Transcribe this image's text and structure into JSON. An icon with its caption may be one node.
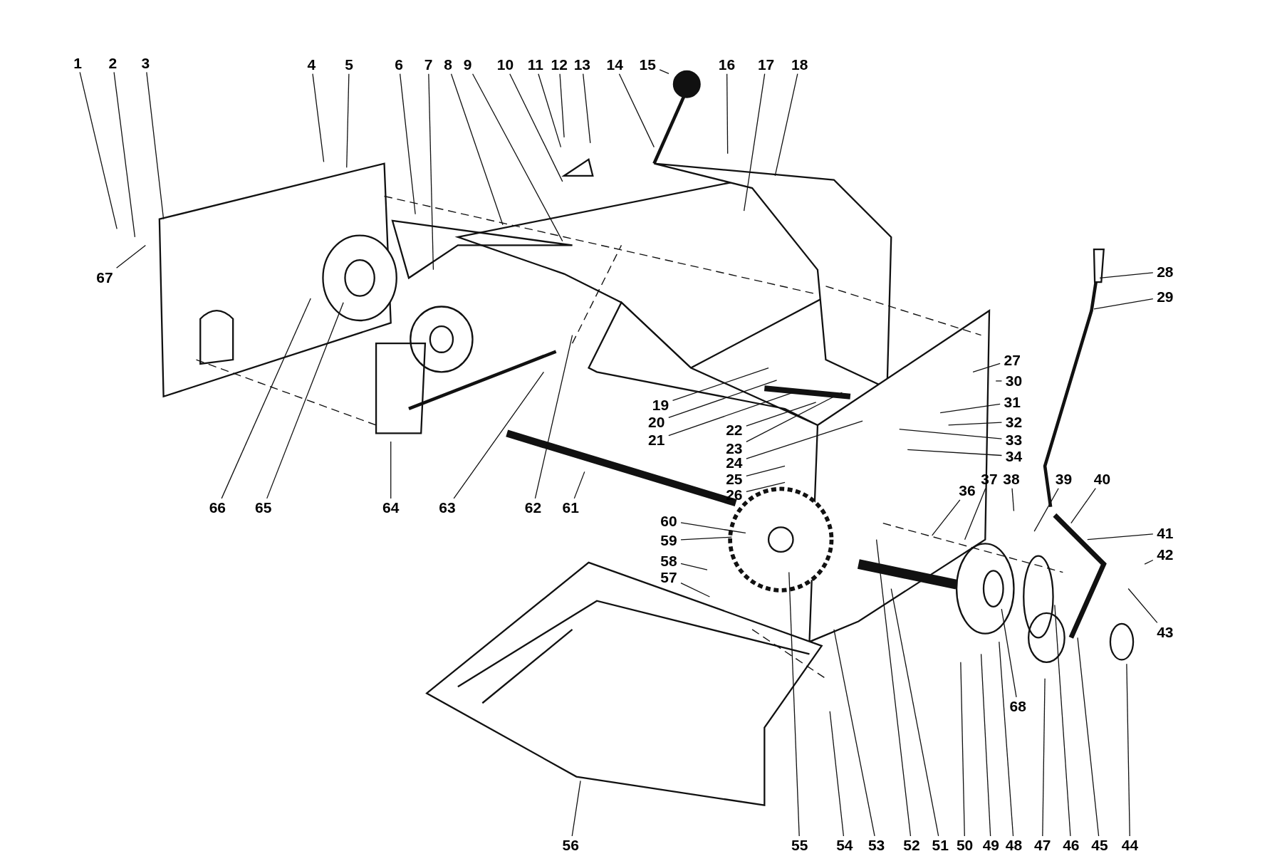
{
  "diagram": {
    "nodes": [
      {
        "text": [
          "1"
        ]
      },
      {
        "text": [
          "2"
        ]
      },
      {
        "text": [
          "3"
        ]
      },
      {
        "text": [
          "4"
        ]
      },
      {
        "text": [
          "5"
        ]
      },
      {
        "text": [
          "6"
        ]
      },
      {
        "text": [
          "7"
        ]
      },
      {
        "text": [
          "8"
        ]
      },
      {
        "text": [
          "9"
        ]
      },
      {
        "text": [
          "10"
        ]
      },
      {
        "text": [
          "11"
        ]
      },
      {
        "text": [
          "12"
        ]
      },
      {
        "text": [
          "13"
        ]
      },
      {
        "text": [
          "14"
        ]
      },
      {
        "text": [
          "15"
        ]
      },
      {
        "text": [
          "16"
        ]
      },
      {
        "text": [
          "17"
        ]
      },
      {
        "text": [
          "18"
        ]
      },
      {
        "text": [
          "19"
        ]
      },
      {
        "text": [
          "20"
        ]
      },
      {
        "text": [
          "21"
        ]
      },
      {
        "text": [
          "22"
        ]
      },
      {
        "text": [
          "23"
        ]
      },
      {
        "text": [
          "24"
        ]
      },
      {
        "text": [
          "25"
        ]
      },
      {
        "text": [
          "26"
        ]
      },
      {
        "text": [
          "27"
        ]
      },
      {
        "text": [
          "28"
        ]
      },
      {
        "text": [
          "29"
        ]
      },
      {
        "text": [
          "30"
        ]
      },
      {
        "text": [
          "31"
        ]
      },
      {
        "text": [
          "32"
        ]
      },
      {
        "text": [
          "33"
        ]
      },
      {
        "text": [
          "34"
        ]
      },
      {
        "text": [
          "36"
        ]
      },
      {
        "text": [
          "37"
        ]
      },
      {
        "text": [
          "38"
        ]
      },
      {
        "text": [
          "39"
        ]
      },
      {
        "text": [
          "40"
        ]
      },
      {
        "text": [
          "41"
        ]
      },
      {
        "text": [
          "42"
        ]
      },
      {
        "text": [
          "43"
        ]
      },
      {
        "text": [
          "44"
        ]
      },
      {
        "text": [
          "45"
        ]
      },
      {
        "text": [
          "46"
        ]
      },
      {
        "text": [
          "47"
        ]
      },
      {
        "text": [
          "48"
        ]
      },
      {
        "text": [
          "49"
        ]
      },
      {
        "text": [
          "50"
        ]
      },
      {
        "text": [
          "51"
        ]
      },
      {
        "text": [
          "52"
        ]
      },
      {
        "text": [
          "53"
        ]
      },
      {
        "text": [
          "54"
        ]
      },
      {
        "text": [
          "55"
        ]
      },
      {
        "text": [
          "56"
        ]
      },
      {
        "text": [
          "57"
        ]
      },
      {
        "text": [
          "58"
        ]
      },
      {
        "text": [
          "59"
        ]
      },
      {
        "text": [
          "60"
        ]
      },
      {
        "text": [
          "61"
        ]
      },
      {
        "text": [
          "62"
        ]
      },
      {
        "text": [
          "63"
        ]
      },
      {
        "text": [
          "64"
        ]
      },
      {
        "text": [
          "65"
        ]
      },
      {
        "text": [
          "66"
        ]
      },
      {
        "text": [
          "67"
        ]
      },
      {
        "text": [
          "68"
        ]
      }
    ],
    "edges": [
      {
        "from": 0,
        "to": null,
        "arrow": "none"
      },
      {
        "from": 1,
        "to": null,
        "arrow": "none"
      },
      {
        "from": 2,
        "to": null,
        "arrow": "none"
      },
      {
        "from": 3,
        "to": null,
        "arrow": "none"
      },
      {
        "from": 4,
        "to": null,
        "arrow": "none"
      },
      {
        "from": 5,
        "to": null,
        "arrow": "none"
      },
      {
        "from": 6,
        "to": null,
        "arrow": "none"
      },
      {
        "from": 7,
        "to": null,
        "arrow": "none"
      },
      {
        "from": 8,
        "to": null,
        "arrow": "none"
      },
      {
        "from": 9,
        "to": null,
        "arrow": "none"
      },
      {
        "from": 10,
        "to": null,
        "arrow": "none"
      },
      {
        "from": 11,
        "to": null,
        "arrow": "none"
      },
      {
        "from": 12,
        "to": null,
        "arrow": "none"
      },
      {
        "from": 13,
        "to": null,
        "arrow": "none"
      },
      {
        "from": 14,
        "to": null,
        "arrow": "none"
      },
      {
        "from": 15,
        "to": null,
        "arrow": "none"
      },
      {
        "from": 16,
        "to": null,
        "arrow": "none"
      },
      {
        "from": 17,
        "to": null,
        "arrow": "none"
      },
      {
        "from": 18,
        "to": null,
        "arrow": "none"
      },
      {
        "from": 19,
        "to": null,
        "arrow": "none"
      },
      {
        "from": 20,
        "to": null,
        "arrow": "none"
      },
      {
        "from": 21,
        "to": null,
        "arrow": "none"
      },
      {
        "from": 22,
        "to": null,
        "arrow": "none"
      },
      {
        "from": 23,
        "to": null,
        "arrow": "none"
      },
      {
        "from": 24,
        "to": null,
        "arrow": "none"
      },
      {
        "from": 25,
        "to": null,
        "arrow": "none"
      },
      {
        "from": 26,
        "to": null,
        "arrow": "none"
      },
      {
        "from": 27,
        "to": null,
        "arrow": "none"
      },
      {
        "from": 28,
        "to": null,
        "arrow": "none"
      },
      {
        "from": 29,
        "to": null,
        "arrow": "none"
      },
      {
        "from": 30,
        "to": null,
        "arrow": "none"
      },
      {
        "from": 31,
        "to": null,
        "arrow": "none"
      },
      {
        "from": 32,
        "to": null,
        "arrow": "none"
      },
      {
        "from": 33,
        "to": null,
        "arrow": "none"
      },
      {
        "from": 34,
        "to": null,
        "arrow": "none"
      },
      {
        "from": 35,
        "to": null,
        "arrow": "none"
      },
      {
        "from": 36,
        "to": null,
        "arrow": "none"
      },
      {
        "from": 37,
        "to": null,
        "arrow": "none"
      },
      {
        "from": 38,
        "to": null,
        "arrow": "none"
      },
      {
        "from": 39,
        "to": null,
        "arrow": "none"
      },
      {
        "from": 40,
        "to": null,
        "arrow": "none"
      },
      {
        "from": 41,
        "to": null,
        "arrow": "none"
      },
      {
        "from": 42,
        "to": null,
        "arrow": "none"
      },
      {
        "from": 43,
        "to": null,
        "arrow": "none"
      },
      {
        "from": 44,
        "to": null,
        "arrow": "none"
      },
      {
        "from": 45,
        "to": null,
        "arrow": "none"
      },
      {
        "from": 46,
        "to": null,
        "arrow": "none"
      },
      {
        "from": 47,
        "to": null,
        "arrow": "none"
      },
      {
        "from": 48,
        "to": null,
        "arrow": "none"
      },
      {
        "from": 49,
        "to": null,
        "arrow": "none"
      },
      {
        "from": 50,
        "to": null,
        "arrow": "none"
      },
      {
        "from": 51,
        "to": null,
        "arrow": "none"
      },
      {
        "from": 52,
        "to": null,
        "arrow": "none"
      },
      {
        "from": 53,
        "to": null,
        "arrow": "none"
      },
      {
        "from": 54,
        "to": null,
        "arrow": "none"
      },
      {
        "from": 55,
        "to": null,
        "arrow": "none"
      },
      {
        "from": 56,
        "to": null,
        "arrow": "none"
      },
      {
        "from": 57,
        "to": null,
        "arrow": "none"
      },
      {
        "from": 58,
        "to": null,
        "arrow": "none"
      },
      {
        "from": 59,
        "to": null,
        "arrow": "none"
      },
      {
        "from": 60,
        "to": null,
        "arrow": "none"
      },
      {
        "from": 61,
        "to": null,
        "arrow": "none"
      },
      {
        "from": 62,
        "to": null,
        "arrow": "none"
      },
      {
        "from": 63,
        "to": null,
        "arrow": "none"
      },
      {
        "from": 64,
        "to": null,
        "arrow": "none"
      },
      {
        "from": 65,
        "to": null,
        "arrow": "none"
      },
      {
        "from": 66,
        "to": null,
        "arrow": "none"
      }
    ]
  }
}
